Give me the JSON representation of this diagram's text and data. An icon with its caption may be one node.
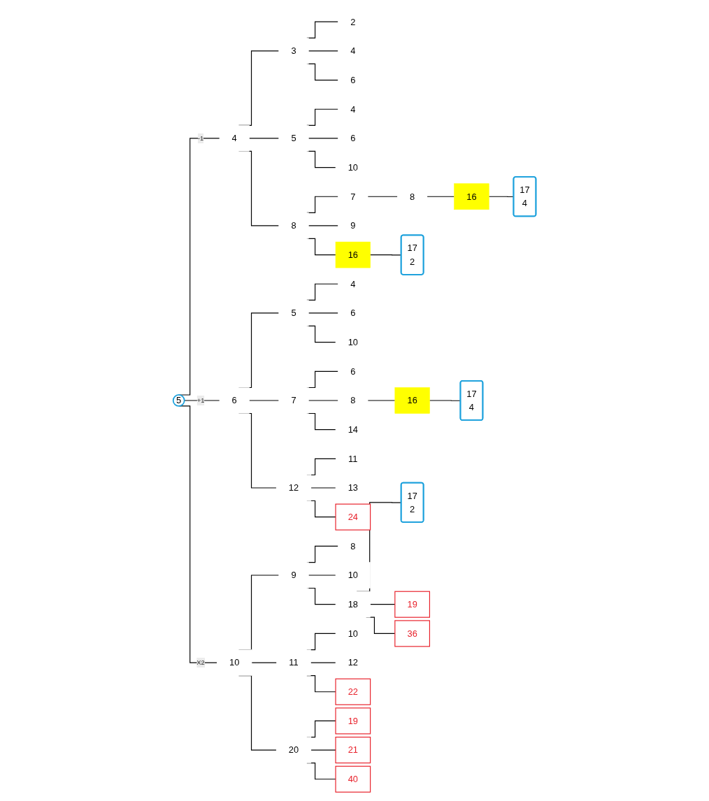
{
  "diagram": {
    "nodes": [
      {
        "text": [
          "5"
        ]
      },
      {
        "text": [
          "4"
        ]
      },
      {
        "text": [
          "6"
        ]
      },
      {
        "text": [
          "10"
        ]
      },
      {
        "text": [
          "3"
        ]
      },
      {
        "text": [
          "5"
        ]
      },
      {
        "text": [
          "8"
        ]
      },
      {
        "text": [
          "5"
        ]
      },
      {
        "text": [
          "7"
        ]
      },
      {
        "text": [
          "12"
        ]
      },
      {
        "text": [
          "9"
        ]
      },
      {
        "text": [
          "11"
        ]
      },
      {
        "text": [
          "20"
        ]
      },
      {
        "text": [
          "2"
        ]
      },
      {
        "text": [
          "4"
        ]
      },
      {
        "text": [
          "6"
        ]
      },
      {
        "text": [
          "4"
        ]
      },
      {
        "text": [
          "6"
        ]
      },
      {
        "text": [
          "10"
        ]
      },
      {
        "text": [
          "7"
        ]
      },
      {
        "text": [
          "9"
        ]
      },
      {
        "text": [
          "16"
        ]
      },
      {
        "text": [
          "4"
        ]
      },
      {
        "text": [
          "6"
        ]
      },
      {
        "text": [
          "10"
        ]
      },
      {
        "text": [
          "6"
        ]
      },
      {
        "text": [
          "8"
        ]
      },
      {
        "text": [
          "14"
        ]
      },
      {
        "text": [
          "11"
        ]
      },
      {
        "text": [
          "13"
        ]
      },
      {
        "text": [
          "24"
        ]
      },
      {
        "text": [
          "8"
        ]
      },
      {
        "text": [
          "10"
        ]
      },
      {
        "text": [
          "18"
        ]
      },
      {
        "text": [
          "10"
        ]
      },
      {
        "text": [
          "12"
        ]
      },
      {
        "text": [
          "22"
        ]
      },
      {
        "text": [
          "19"
        ]
      },
      {
        "text": [
          "21"
        ]
      },
      {
        "text": [
          "40"
        ]
      },
      {
        "text": [
          "8"
        ]
      },
      {
        "text": [
          "16"
        ]
      },
      {
        "text": [
          "17",
          "4"
        ]
      },
      {
        "text": [
          "17",
          "2"
        ]
      },
      {
        "text": [
          "16"
        ]
      },
      {
        "text": [
          "17",
          "4"
        ]
      },
      {
        "text": [
          "17",
          "2"
        ]
      },
      {
        "text": [
          "19"
        ]
      },
      {
        "text": [
          "36"
        ]
      }
    ],
    "edges": [
      {
        "from": 0,
        "to": 1,
        "arrow": "none",
        "label": "-1"
      },
      {
        "from": 0,
        "to": 2,
        "arrow": "none",
        "label": "+1"
      },
      {
        "from": 0,
        "to": 3,
        "arrow": "none",
        "label": "X2"
      },
      {
        "from": 1,
        "to": 4,
        "arrow": "none"
      },
      {
        "from": 1,
        "to": 5,
        "arrow": "none"
      },
      {
        "from": 1,
        "to": 6,
        "arrow": "none"
      },
      {
        "from": 2,
        "to": 7,
        "arrow": "none"
      },
      {
        "from": 2,
        "to": 8,
        "arrow": "none"
      },
      {
        "from": 2,
        "to": 9,
        "arrow": "none"
      },
      {
        "from": 3,
        "to": 10,
        "arrow": "none"
      },
      {
        "from": 3,
        "to": 11,
        "arrow": "none"
      },
      {
        "from": 3,
        "to": 12,
        "arrow": "none"
      },
      {
        "from": 4,
        "to": 13,
        "arrow": "none"
      },
      {
        "from": 4,
        "to": 14,
        "arrow": "none"
      },
      {
        "from": 4,
        "to": 15,
        "arrow": "none"
      },
      {
        "from": 5,
        "to": 16,
        "arrow": "none"
      },
      {
        "from": 5,
        "to": 17,
        "arrow": "none"
      },
      {
        "from": 5,
        "to": 18,
        "arrow": "none"
      },
      {
        "from": 6,
        "to": 19,
        "arrow": "none"
      },
      {
        "from": 6,
        "to": 20,
        "arrow": "none"
      },
      {
        "from": 6,
        "to": 21,
        "arrow": "none"
      },
      {
        "from": 7,
        "to": 22,
        "arrow": "none"
      },
      {
        "from": 7,
        "to": 23,
        "arrow": "none"
      },
      {
        "from": 7,
        "to": 24,
        "arrow": "none"
      },
      {
        "from": 8,
        "to": 25,
        "arrow": "none"
      },
      {
        "from": 8,
        "to": 26,
        "arrow": "none"
      },
      {
        "from": 8,
        "to": 27,
        "arrow": "none"
      },
      {
        "from": 9,
        "to": 28,
        "arrow": "none"
      },
      {
        "from": 9,
        "to": 29,
        "arrow": "none"
      },
      {
        "from": 9,
        "to": 30,
        "arrow": "none"
      },
      {
        "from": 10,
        "to": 31,
        "arrow": "none"
      },
      {
        "from": 10,
        "to": 32,
        "arrow": "none"
      },
      {
        "from": 10,
        "to": 33,
        "arrow": "none"
      },
      {
        "from": 11,
        "to": 34,
        "arrow": "none"
      },
      {
        "from": 11,
        "to": 35,
        "arrow": "none"
      },
      {
        "from": 11,
        "to": 36,
        "arrow": "none"
      },
      {
        "from": 12,
        "to": 37,
        "arrow": "none"
      },
      {
        "from": 12,
        "to": 38,
        "arrow": "none"
      },
      {
        "from": 12,
        "to": 39,
        "arrow": "none"
      },
      {
        "from": 19,
        "to": 40,
        "arrow": "none"
      },
      {
        "from": 40,
        "to": 41,
        "arrow": "none"
      },
      {
        "from": 41,
        "to": 42,
        "arrow": "none"
      },
      {
        "from": 21,
        "to": 43,
        "arrow": "none"
      },
      {
        "from": 26,
        "to": 44,
        "arrow": "none"
      },
      {
        "from": 44,
        "to": 45,
        "arrow": "none"
      },
      {
        "from": 33,
        "to": 46,
        "arrow": "none"
      },
      {
        "from": 33,
        "to": 47,
        "arrow": "none"
      },
      {
        "from": 33,
        "to": 48,
        "arrow": "none"
      }
    ]
  }
}
